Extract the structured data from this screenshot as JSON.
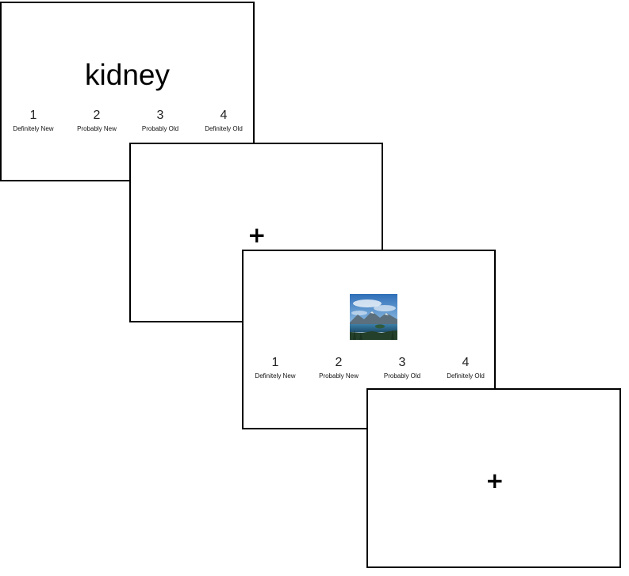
{
  "slides": [
    {
      "word": "kidney",
      "scale": [
        {
          "number": "1",
          "label": "Definitely New"
        },
        {
          "number": "2",
          "label": "Probably New"
        },
        {
          "number": "3",
          "label": "Probably Old"
        },
        {
          "number": "4",
          "label": "Definitely Old"
        }
      ]
    },
    {
      "fixation": "+"
    },
    {
      "image": "landscape-photo",
      "scale": [
        {
          "number": "1",
          "label": "Definitely New"
        },
        {
          "number": "2",
          "label": "Probably New"
        },
        {
          "number": "3",
          "label": "Probably Old"
        },
        {
          "number": "4",
          "label": "Definitely Old"
        }
      ]
    },
    {
      "fixation": "+"
    }
  ]
}
